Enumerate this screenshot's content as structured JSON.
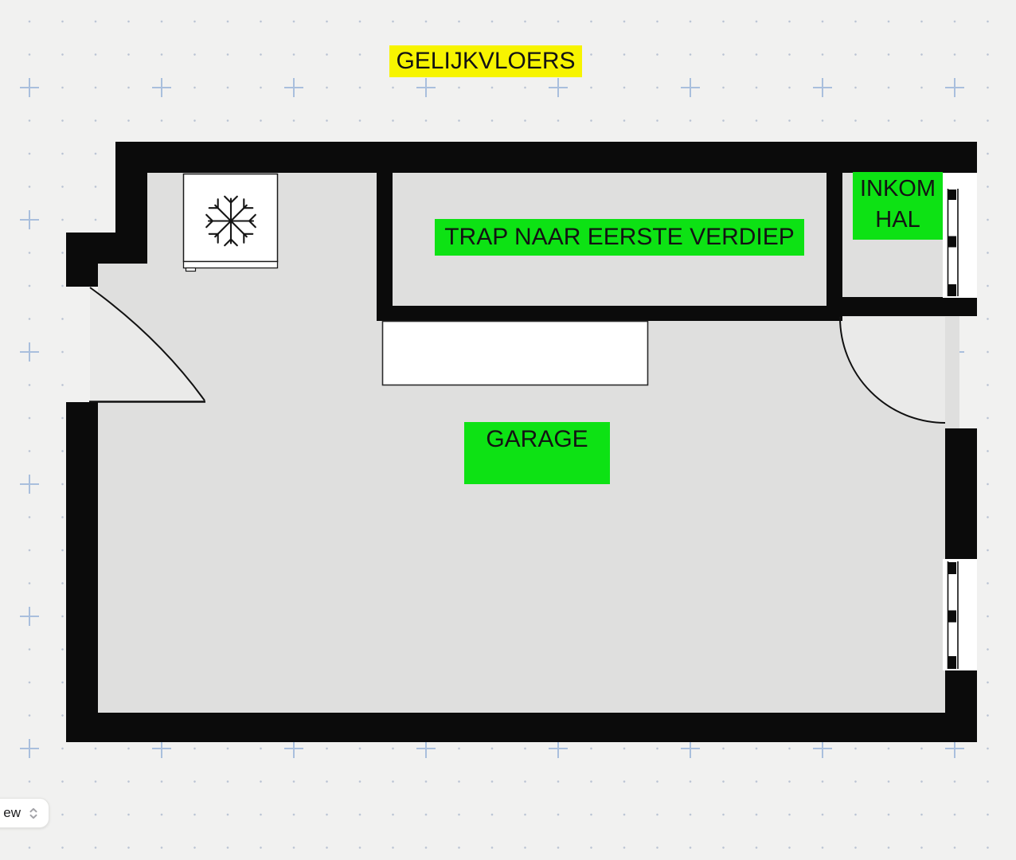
{
  "plan": {
    "title": "GELIJKVLOERS",
    "labels": {
      "stairs": "TRAP NAAR EERSTE VERDIEP",
      "hall_line1": "INKOM",
      "hall_line2": "HAL",
      "garage": "GARAGE"
    },
    "objects": {
      "freezer_icon": "snowflake-icon",
      "counter": "worktop-rectangle",
      "front_window": "window-with-mullions",
      "side_window": "window-with-mullions",
      "doors": "quarter-swing-doors"
    },
    "colors": {
      "label_green": "#0de214",
      "label_yellow": "#f7f400",
      "wall": "#0b0b0b",
      "floor": "#dfdfde",
      "door_swing": "#eaeae9",
      "canvas_background": "#f1f1f0",
      "grid_dot": "#b9c3d3",
      "grid_plus": "#a9bfdd",
      "label_text": "#131313"
    }
  },
  "controls": {
    "view_selector": {
      "visible_text": "ew",
      "icon": "chevron-up-down-icon"
    }
  }
}
